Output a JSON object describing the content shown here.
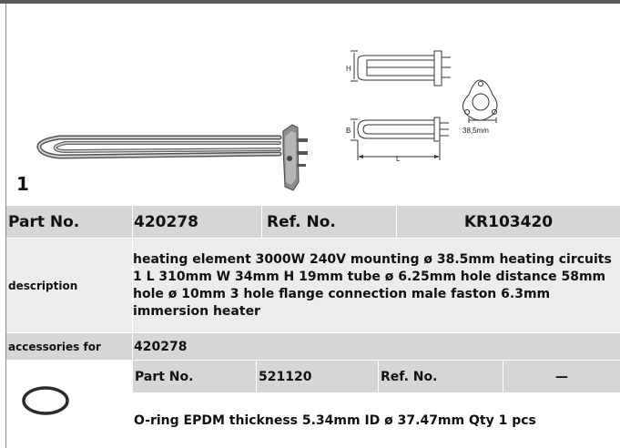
{
  "product": {
    "index": "1",
    "part_no_label": "Part No.",
    "part_no": "420278",
    "ref_no_label": "Ref. No.",
    "ref_no": "KR103420",
    "description_label": "description",
    "description": "heating element  3000W 240V mounting ø 38.5mm heating circuits\n1 L 310mm W 34mm H 19mm tube ø 6.25mm hole distance 58mm\nhole ø 10mm 3 hole flange connection male faston 6.3mm\nimmersion heater",
    "accessories_label": "accessories for",
    "accessories_value": "420278"
  },
  "drawing": {
    "dim_h": "H",
    "dim_b": "B",
    "dim_l": "L",
    "dim_flange": "38,5mm"
  },
  "accessory": {
    "part_no_label": "Part No.",
    "part_no": "521120",
    "ref_no_label": "Ref. No.",
    "ref_no": "—",
    "description": "O-ring  EPDM thickness 5.34mm ID ø 37.47mm Qty 1 pcs"
  },
  "colors": {
    "header_gray": "#d6d6d6",
    "description_gray": "#ececec",
    "top_bar": "#5a5a5a"
  }
}
